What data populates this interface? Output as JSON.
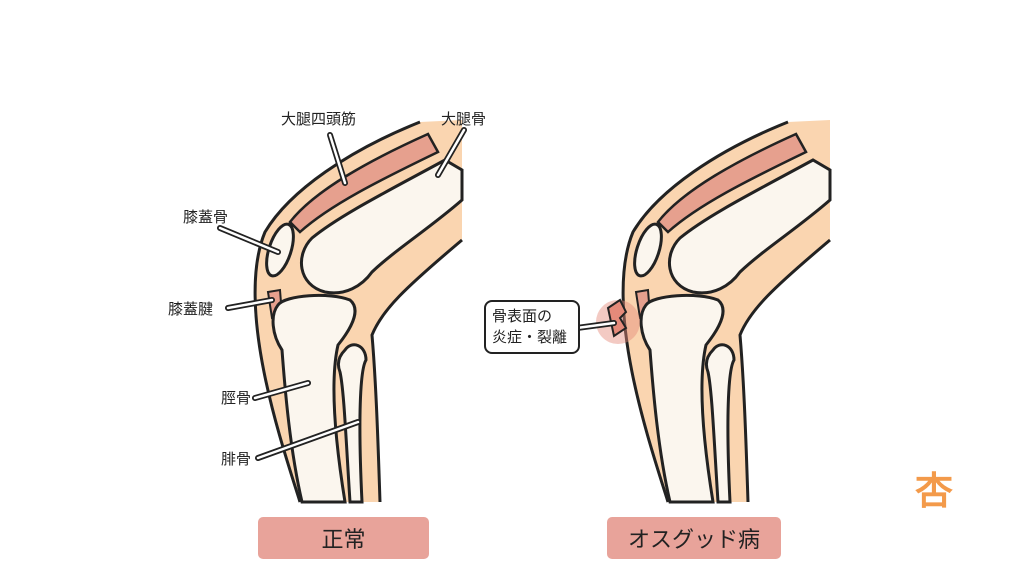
{
  "labels": {
    "quadriceps": "大腿四頭筋",
    "femur": "大腿骨",
    "patella": "膝蓋骨",
    "patellar_tendon": "膝蓋腱",
    "tibia": "脛骨",
    "fibula": "腓骨"
  },
  "callout": {
    "line1": "骨表面の",
    "line2": "炎症・裂離"
  },
  "captions": {
    "normal": "正常",
    "osgood": "オスグッド病"
  },
  "logo": "杏",
  "colors": {
    "skin": "#fad5b0",
    "muscle": "#e6a08e",
    "bone": "#fbf6ee",
    "caption": "#e8a39a",
    "inflammation": "#e58a7a",
    "logo": "#f39a4a"
  }
}
